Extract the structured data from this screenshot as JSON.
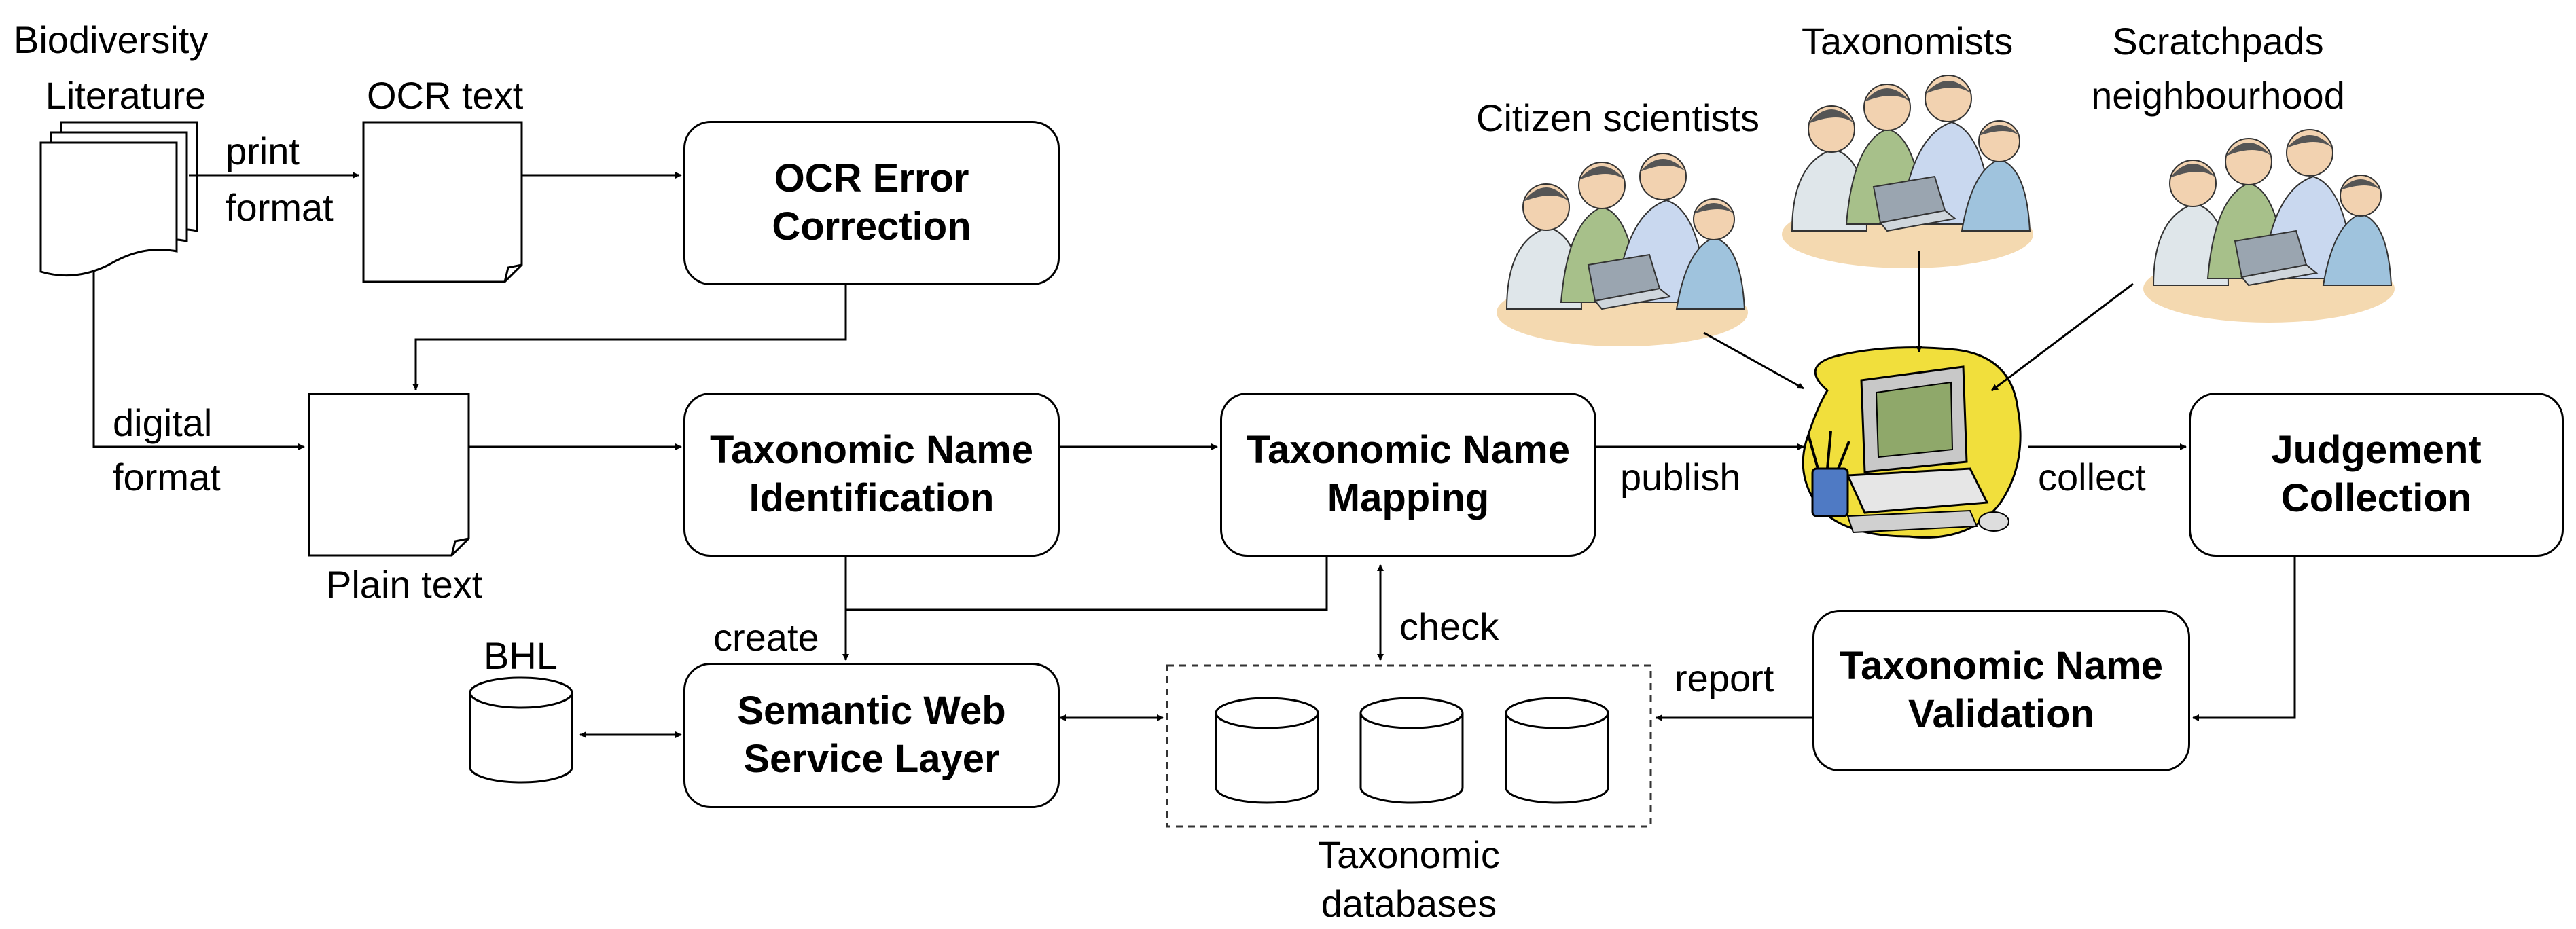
{
  "sources": {
    "biodiversity_literature": [
      "Biodiversity",
      "Literature"
    ],
    "ocr_text": "OCR text",
    "plain_text": "Plain text",
    "print_format": [
      "print",
      "format"
    ],
    "digital_format": [
      "digital",
      "format"
    ]
  },
  "processes": {
    "ocr_error_correction": [
      "OCR Error",
      "Correction"
    ],
    "name_identification": [
      "Taxonomic Name",
      "Identification"
    ],
    "name_mapping": [
      "Taxonomic Name",
      "Mapping"
    ],
    "semantic_web_service_layer": [
      "Semantic Web",
      "Service Layer"
    ],
    "judgement_collection": [
      "Judgement",
      "Collection"
    ],
    "name_validation": [
      "Taxonomic Name",
      "Validation"
    ]
  },
  "edge_labels": {
    "create": "create",
    "check": "check",
    "publish": "publish",
    "collect": "collect",
    "report": "report"
  },
  "databases": {
    "bhl": "BHL",
    "taxonomic_databases": [
      "Taxonomic",
      "databases"
    ]
  },
  "crowd": {
    "citizen_scientists": "Citizen scientists",
    "taxonomists": "Taxonomists",
    "scratchpads": [
      "Scratchpads",
      "neighbourhood"
    ]
  },
  "icons": [
    "document-stack-icon",
    "document-icon",
    "database-cylinder-icon",
    "people-group-icon",
    "computer-icon"
  ]
}
